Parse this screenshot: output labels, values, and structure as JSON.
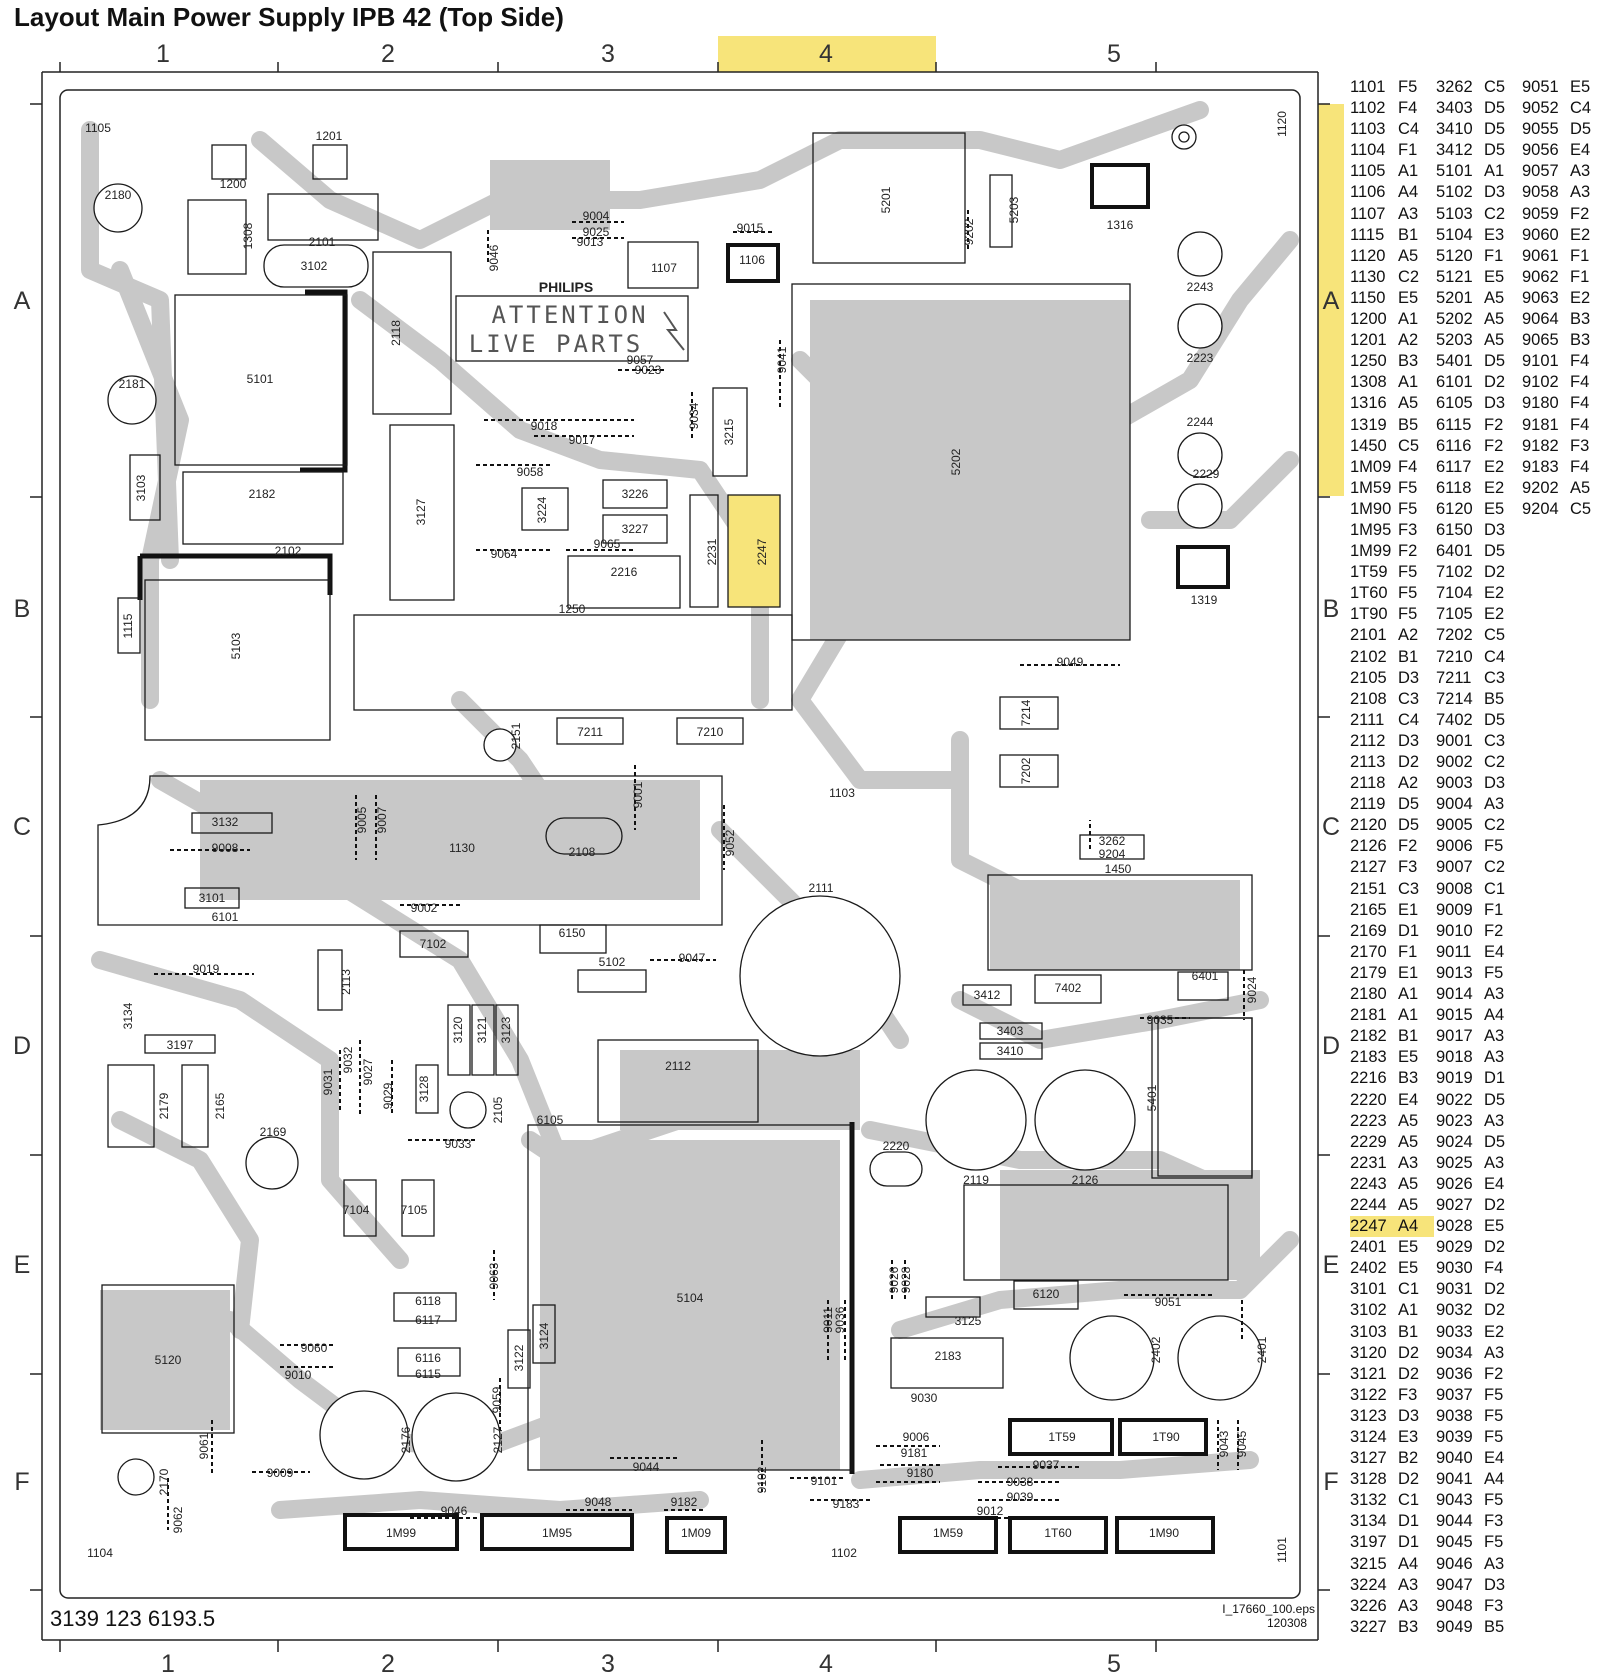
{
  "title": "Layout Main Power Supply IPB 42 (Top Side)",
  "grid": {
    "columns": [
      "1",
      "2",
      "3",
      "4",
      "5"
    ],
    "rows": [
      "A",
      "B",
      "C",
      "D",
      "E",
      "F"
    ],
    "highlight_column": "4",
    "highlight_row": "A"
  },
  "colors": {
    "highlight": "#f7e47a",
    "trace": "#c8c8c8",
    "outline": "#1a1a1a"
  },
  "board": {
    "part_number": "3139 123 6193.5",
    "file_name": "I_17660_100.eps",
    "file_date": "120308",
    "warning_brand": "PHILIPS",
    "warning_line1": "ATTENTION",
    "warning_line2": "LIVE PARTS",
    "components": [
      "1105",
      "1201",
      "1200",
      "2180",
      "1308",
      "2101",
      "3102",
      "5101",
      "2118",
      "9004",
      "9025",
      "9013",
      "9046",
      "1107",
      "9015",
      "1106",
      "5201",
      "9202",
      "5203",
      "1316",
      "2243",
      "2223",
      "2181",
      "9057",
      "9023",
      "9041",
      "9034",
      "3215",
      "9018",
      "9017",
      "3103",
      "2182",
      "2102",
      "3127",
      "9058",
      "3224",
      "3226",
      "3227",
      "9064",
      "9065",
      "2216",
      "2231",
      "2247",
      "5202",
      "2244",
      "2229",
      "1319",
      "1115",
      "5103",
      "1250",
      "9049",
      "7214",
      "7202",
      "2151",
      "7211",
      "7210",
      "1103",
      "3132",
      "9008",
      "9005",
      "9007",
      "9001",
      "1130",
      "2108",
      "9052",
      "3262",
      "9204",
      "1450",
      "3101",
      "6101",
      "9002",
      "2111",
      "7102",
      "6150",
      "9019",
      "2113",
      "5102",
      "9047",
      "3412",
      "7402",
      "6401",
      "9024",
      "3134",
      "3120",
      "3121",
      "3123",
      "9035",
      "3403",
      "3410",
      "5401",
      "3197",
      "9032",
      "9027",
      "9031",
      "9029",
      "3128",
      "2105",
      "6105",
      "2112",
      "2179",
      "2165",
      "2169",
      "9033",
      "2220",
      "2119",
      "2126",
      "7104",
      "7105",
      "9063",
      "5104",
      "9011",
      "9036",
      "9026",
      "9028",
      "6120",
      "3125",
      "9051",
      "5120",
      "6118",
      "6117",
      "6116",
      "6115",
      "9060",
      "9010",
      "3122",
      "3124",
      "2183",
      "9030",
      "2402",
      "2401",
      "2176",
      "2127",
      "9059",
      "9061",
      "2170",
      "9009",
      "9062",
      "9006",
      "9181",
      "9180",
      "9038",
      "9039",
      "9037",
      "1T59",
      "1T90",
      "9043",
      "9045",
      "9102",
      "9101",
      "9183",
      "9044",
      "9046",
      "9048",
      "9182",
      "1M99",
      "1M95",
      "1M09",
      "1M59",
      "1T60",
      "1M90",
      "9012",
      "1104",
      "1102",
      "1120",
      "1101",
      "6150"
    ]
  },
  "legend": {
    "highlighted_entry": "2247 A4",
    "columns": [
      [
        "1101 F5",
        "1102 F4",
        "1103 C4",
        "1104 F1",
        "1105 A1",
        "1106 A4",
        "1107 A3",
        "1115 B1",
        "1120 A5",
        "1130 C2",
        "1150 E5",
        "1200 A1",
        "1201 A2",
        "1250 B3",
        "1308 A1",
        "1316 A5",
        "1319 B5",
        "1450 C5",
        "1M09 F4",
        "1M59 F5",
        "1M90 F5",
        "1M95 F3",
        "1M99 F2",
        "1T59 F5",
        "1T60 F5",
        "1T90 F5",
        "2101 A2",
        "2102 B1",
        "2105 D3",
        "2108 C3",
        "2111 C4",
        "2112 D3",
        "2113 D2",
        "2118 A2",
        "2119 D5",
        "2120 D5",
        "2126 F2",
        "2127 F3",
        "2151 C3",
        "2165 E1",
        "2169 D1",
        "2170 F1",
        "2179 E1",
        "2180 A1",
        "2181 A1",
        "2182 B1",
        "2183 E5",
        "2216 B3",
        "2220 E4",
        "2223 A5",
        "2229 A5",
        "2231 A3",
        "2243 A5",
        "2244 A5",
        "2247 A4",
        "2401 E5",
        "2402 E5",
        "3101 C1",
        "3102 A1",
        "3103 B1",
        "3120 D2",
        "3121 D2",
        "3122 F3",
        "3123 D3",
        "3124 E3",
        "3127 B2",
        "3128 D2",
        "3132 C1",
        "3134 D1",
        "3197 D1",
        "3215 A4",
        "3224 A3",
        "3226 A3",
        "3227 B3"
      ],
      [
        "3262 C5",
        "3403 D5",
        "3410 D5",
        "3412 D5",
        "5101 A1",
        "5102 D3",
        "5103 C2",
        "5104 E3",
        "5120 F1",
        "5121 E5",
        "5201 A5",
        "5202 A5",
        "5203 A5",
        "5401 D5",
        "6101 D2",
        "6105 D3",
        "6115 F2",
        "6116 F2",
        "6117 E2",
        "6118 E2",
        "6120 E5",
        "6150 D3",
        "6401 D5",
        "7102 D2",
        "7104 E2",
        "7105 E2",
        "7202 C5",
        "7210 C4",
        "7211 C3",
        "7214 B5",
        "7402 D5",
        "9001 C3",
        "9002 C2",
        "9003 D3",
        "9004 A3",
        "9005 C2",
        "9006 F5",
        "9007 C2",
        "9008 C1",
        "9009 F1",
        "9010 F2",
        "9011 E4",
        "9013 F5",
        "9014 A3",
        "9015 A4",
        "9017 A3",
        "9018 A3",
        "9019 D1",
        "9022 D5",
        "9023 A3",
        "9024 D5",
        "9025 A3",
        "9026 E4",
        "9027 D2",
        "9028 E5",
        "9029 D2",
        "9030 F4",
        "9031 D2",
        "9032 D2",
        "9033 E2",
        "9034 A3",
        "9036 F2",
        "9037 F5",
        "9038 F5",
        "9039 F5",
        "9040 E4",
        "9041 A4",
        "9043 F5",
        "9044 F3",
        "9045 F5",
        "9046 A3",
        "9047 D3",
        "9048 F3",
        "9049 B5"
      ],
      [
        "9051 E5",
        "9052 C4",
        "9055 D5",
        "9056 E4",
        "9057 A3",
        "9058 A3",
        "9059 F2",
        "9060 E2",
        "9061 F1",
        "9062 F1",
        "9063 E2",
        "9064 B3",
        "9065 B3",
        "9101 F4",
        "9102 F4",
        "9180 F4",
        "9181 F4",
        "9182 F3",
        "9183 F4",
        "9202 A5",
        "9204 C5"
      ]
    ]
  }
}
